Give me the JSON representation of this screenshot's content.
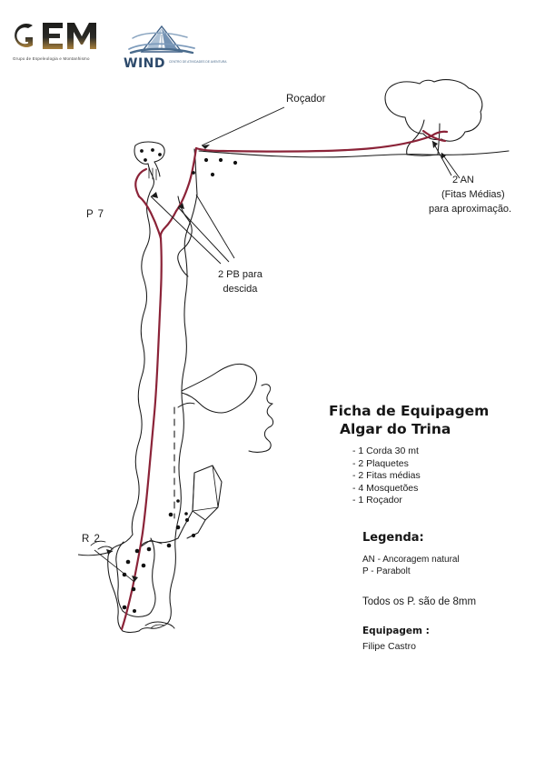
{
  "document": {
    "type": "rigging-topo-sheet",
    "background_color": "#ffffff"
  },
  "logos": {
    "gem": {
      "wordmark": "GEM",
      "tagline": "Grupo de Espeleologia e Montanhismo",
      "color": "#1d1d1b",
      "accent_color": "#8a6a32"
    },
    "wind": {
      "wordmark": "WIND",
      "tagline": "CENTRO DE ATIVIDADES DE AVENTURA",
      "color": "#2d4a6b",
      "accent_color": "#7d96b3"
    }
  },
  "diagram": {
    "rope_color": "#8b2338",
    "ink_color": "#1a1a1a",
    "annotations": [
      {
        "id": "rocador",
        "label": "Roçador"
      },
      {
        "id": "pitch-p7",
        "label": "P 7"
      },
      {
        "id": "rebelay-r2",
        "label": "R 2"
      }
    ],
    "anchor_natural": {
      "line1": "2 AN",
      "line2": "(Fitas Médias)",
      "line3": "para aproximação."
    },
    "anchor_bolts": {
      "line1": "2 PB para",
      "line2": "descida"
    }
  },
  "info": {
    "title_line1": "Ficha de Equipagem",
    "title_line2": "Algar do Trina",
    "equipment": [
      "- 1 Corda 30 mt",
      "- 2 Plaquetes",
      "- 2 Fitas médias",
      "- 4 Mosquetões",
      "- 1 Roçador"
    ],
    "legend_title": "Legenda:",
    "legend_entries": [
      "AN - Ancoragem natural",
      "P - Parabolt"
    ],
    "bolt_note": "Todos os P. são de 8mm",
    "rigger_title": "Equipagem :",
    "rigger_name": "Filipe Castro"
  }
}
